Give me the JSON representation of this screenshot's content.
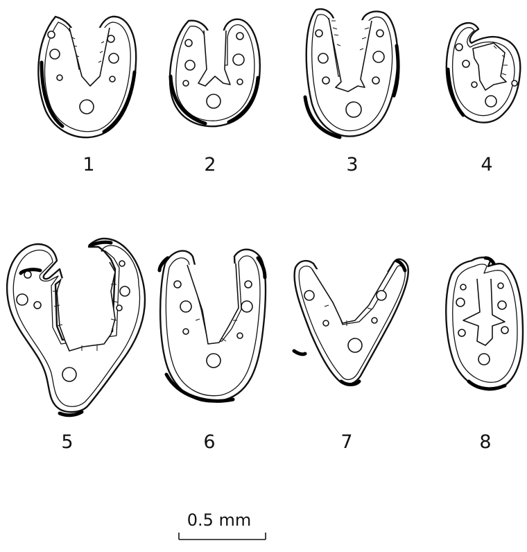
{
  "figure": {
    "section_labels": [
      "1",
      "2",
      "3",
      "4",
      "5",
      "6",
      "7",
      "8"
    ],
    "scale_bar_label": "0.5 mm"
  }
}
